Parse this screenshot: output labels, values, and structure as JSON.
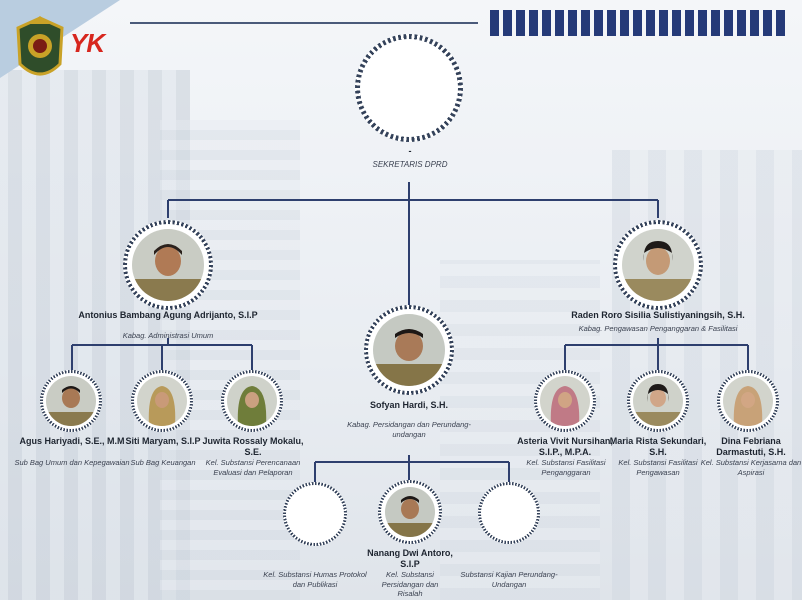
{
  "header": {
    "logo_text": "YK"
  },
  "nodes": {
    "sekretaris": {
      "name": "-",
      "role": "SEKRETARIS DPRD"
    },
    "antonius": {
      "name": "Antonius Bambang Agung Adrijanto, S.I.P",
      "role": "Kabag. Administrasi Umum"
    },
    "raden": {
      "name": "Raden Roro Sisilia Sulistiyaningsih, S.H.",
      "role": "Kabag. Pengawasan Penganggaran & Fasilitasi"
    },
    "sofyan": {
      "name": "Sofyan Hardi, S.H.",
      "role": "Kabag. Persidangan dan Perundang-undangan"
    },
    "agus": {
      "name": "Agus Hariyadi, S.E., M.M",
      "role": "Sub Bag Umum dan Kepegawaian"
    },
    "siti": {
      "name": "Siti Maryam, S.I.P",
      "role": "Sub Bag Keuangan"
    },
    "juwita": {
      "name": "Juwita Rossaly Mokalu, S.E.",
      "role": "Kel. Substansi Perencanaan Evaluasi dan Pelaporan"
    },
    "asteria": {
      "name": "Asteria Vivit Nursihan, S.I.P., M.P.A.",
      "role": "Kel. Substansi Fasilitasi Penganggaran"
    },
    "maria": {
      "name": "Maria Rista Sekundari, S.H.",
      "role": "Kel. Substansi Fasilitasi Pengawasan"
    },
    "dina": {
      "name": "Dina Febriana Darmastuti, S.H.",
      "role": "Kel. Substansi Kerjasama dan Aspirasi"
    },
    "humas": {
      "name": "",
      "role": "Kel. Substansi Humas Protokol dan Publikasi"
    },
    "nanang": {
      "name": "Nanang Dwi Antoro, S.I.P",
      "role": "Kel. Substansi Persidangan dan Risalah"
    },
    "kajian": {
      "name": "",
      "role": "Substansi Kajian Perundang-Undangan"
    }
  }
}
